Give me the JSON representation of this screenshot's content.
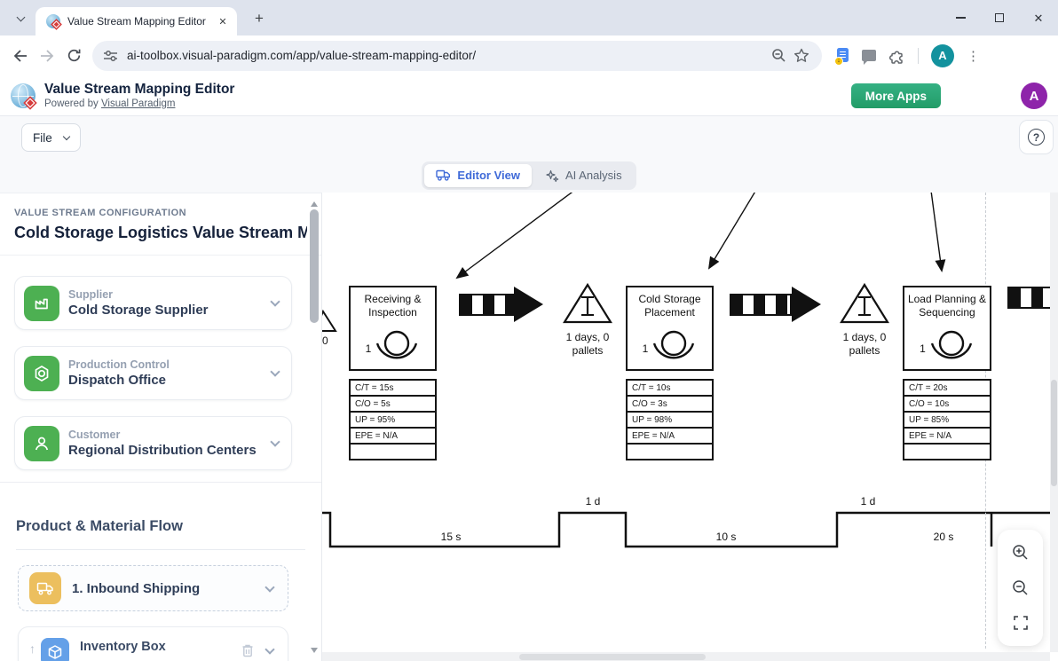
{
  "browser": {
    "tab_title": "Value Stream Mapping Editor",
    "url": "ai-toolbox.visual-paradigm.com/app/value-stream-mapping-editor/",
    "profile_initial": "A"
  },
  "glyphs": {
    "new_tab": "+",
    "tab_close": "✕",
    "window_close": "✕",
    "kebab": "⋮",
    "help": "?",
    "up_arrow": "↑",
    "badge_arrow": "↓"
  },
  "header": {
    "title": "Value Stream Mapping Editor",
    "powered_by": "Powered by",
    "powered_link": "Visual Paradigm",
    "more_apps": "More Apps",
    "avatar_initial": "A"
  },
  "menubar": {
    "file": "File"
  },
  "view_tabs": {
    "editor": "Editor View",
    "ai_analysis": "AI Analysis"
  },
  "sidebar": {
    "section_label": "VALUE STREAM CONFIGURATION",
    "map_title": "Cold Storage Logistics Value Stream M",
    "cards": [
      {
        "role": "Supplier",
        "name": "Cold Storage Supplier",
        "icon": "factory-icon"
      },
      {
        "role": "Production Control",
        "name": "Dispatch Office",
        "icon": "control-icon"
      },
      {
        "role": "Customer",
        "name": "Regional Distribution Centers",
        "icon": "person-icon"
      }
    ],
    "flow_title": "Product & Material Flow",
    "flow_step_label": "1. Inbound Shipping",
    "inventory_label": "Inventory Box"
  },
  "canvas": {
    "processes": [
      {
        "name": "Receiving & Inspection",
        "operators": "1",
        "metrics": [
          "C/T = 15s",
          "C/O = 5s",
          "UP = 95%",
          "EPE = N/A"
        ]
      },
      {
        "name": "Cold Storage Placement",
        "operators": "1",
        "metrics": [
          "C/T = 10s",
          "C/O = 3s",
          "UP = 98%",
          "EPE = N/A"
        ]
      },
      {
        "name": "Load Planning & Sequencing",
        "operators": "1",
        "metrics": [
          "C/T = 20s",
          "C/O = 10s",
          "UP = 85%",
          "EPE = N/A"
        ]
      }
    ],
    "inventories": [
      {
        "label": "1 days, 0 pallets"
      },
      {
        "label": "1 days, 0 pallets"
      }
    ],
    "partial_inventory_label": "0",
    "timeline_labels": [
      "15 s",
      "1 d",
      "10 s",
      "1 d",
      "20 s"
    ]
  },
  "colors": {
    "accent_blue": "#3f6ad8",
    "brand_green": "#2aa572",
    "icon_green": "#4db052",
    "icon_amber": "#ecbf5e",
    "icon_blue": "#64a0e8",
    "avatar_purple": "#8e24aa",
    "profile_teal": "#13929e"
  }
}
